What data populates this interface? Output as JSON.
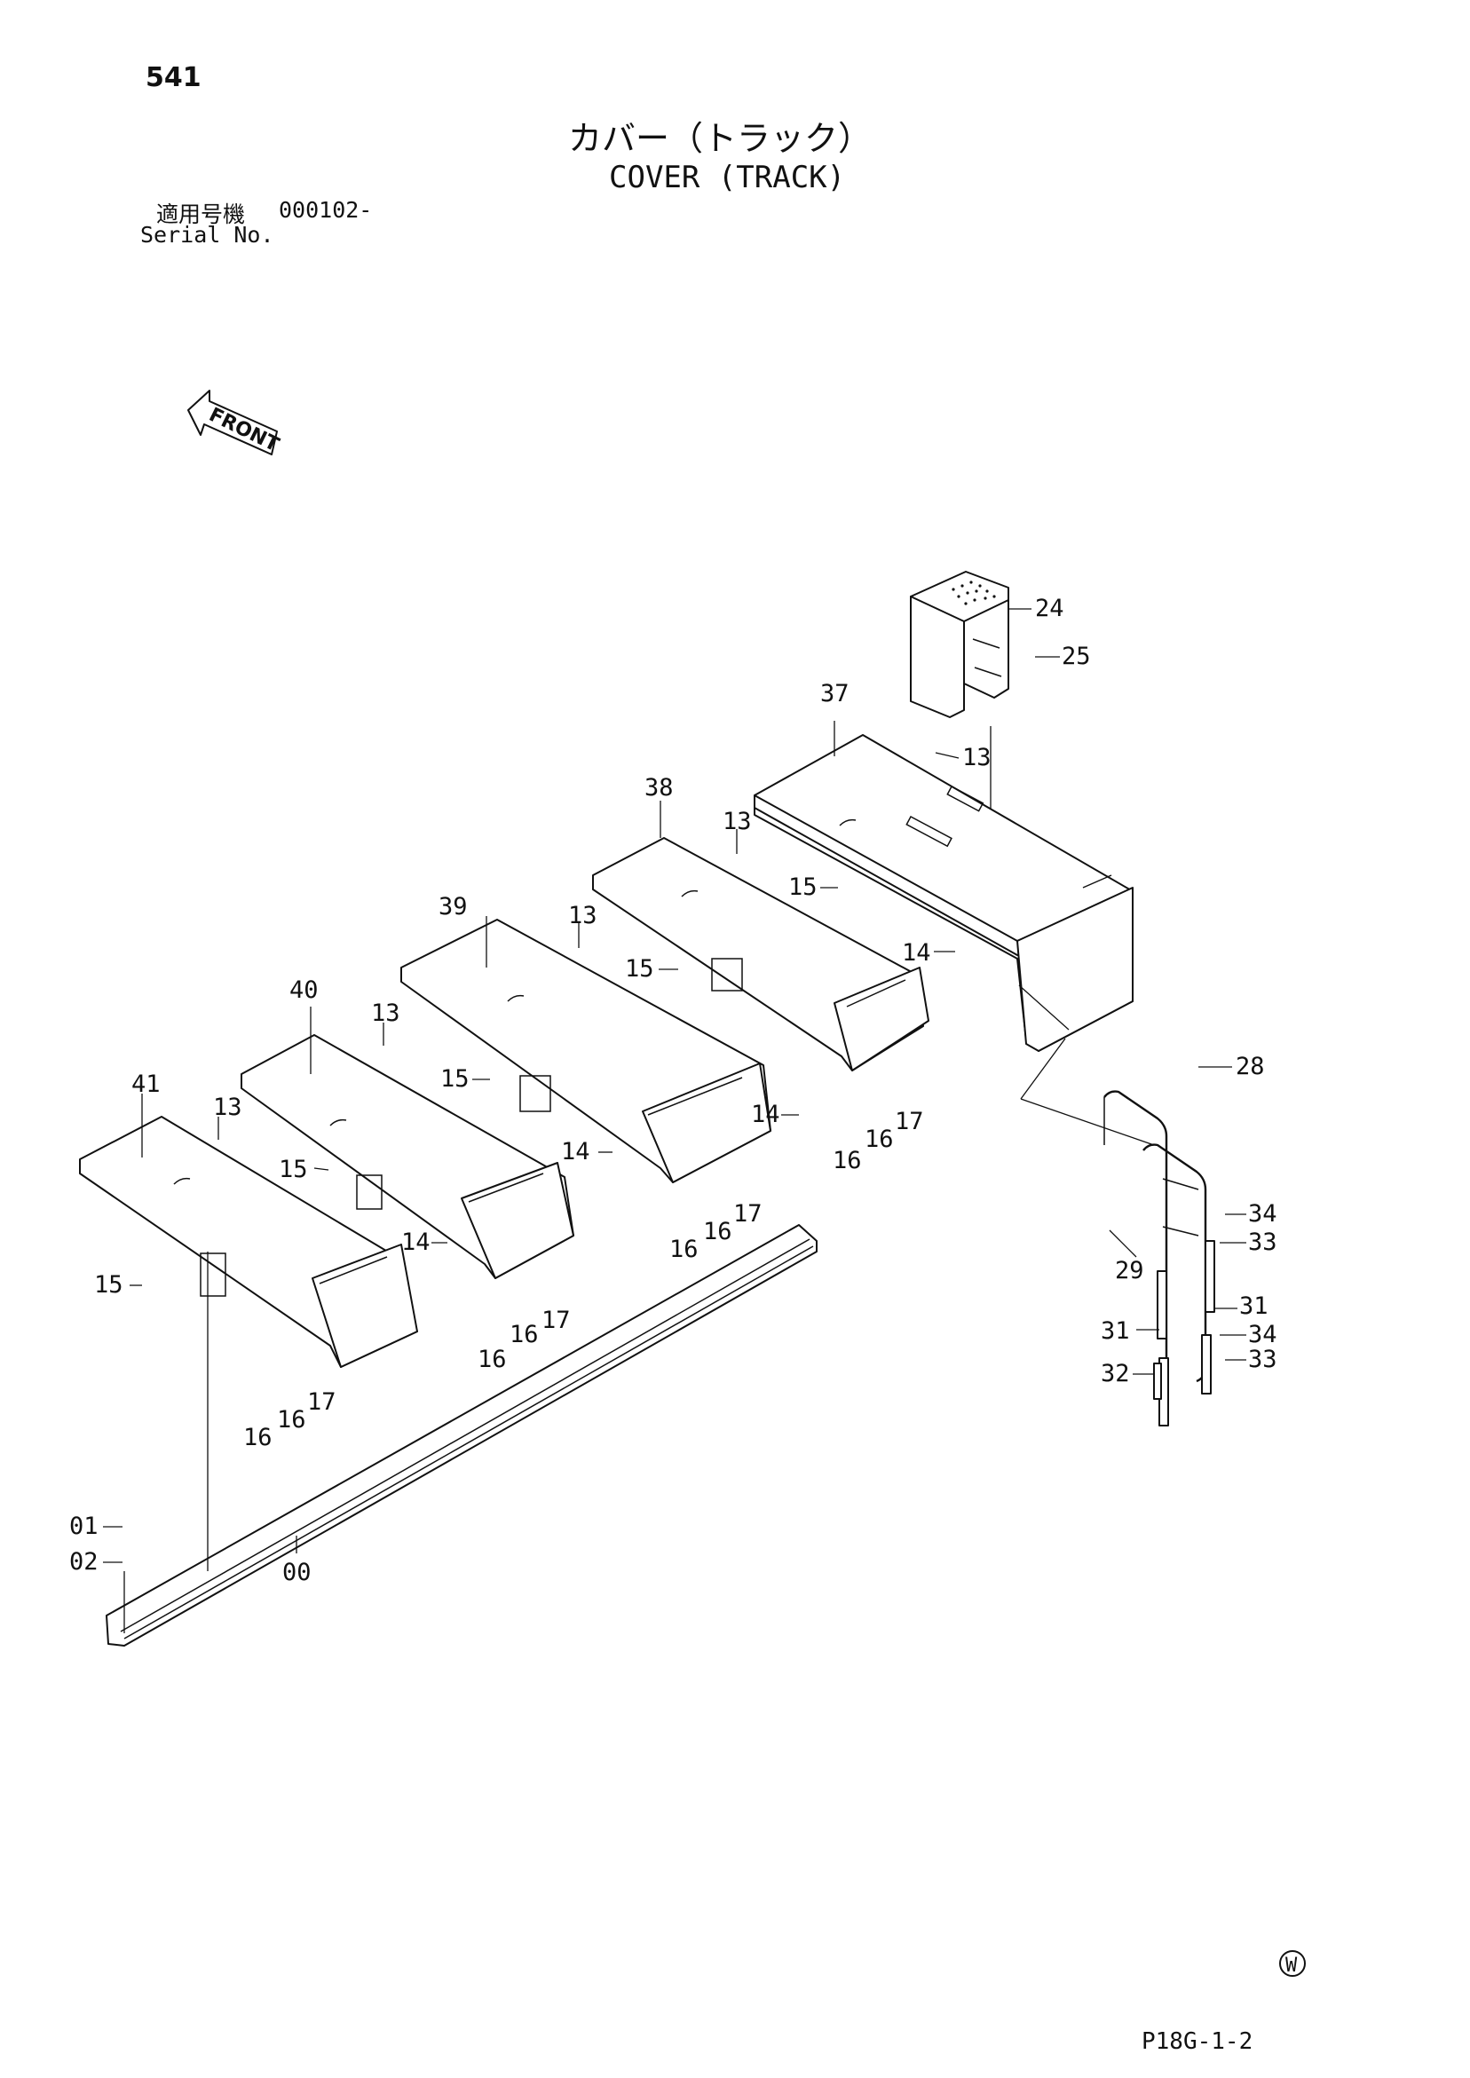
{
  "header": {
    "page_number": "541",
    "title_jp": "カバー（トラック）",
    "title_en": "COVER (TRACK)",
    "serial_label_jp": "適用号機",
    "serial_value": "000102-",
    "serial_label_en": "Serial No."
  },
  "orientation": {
    "label": "FRONT",
    "icon": "front-arrow-icon"
  },
  "callouts": [
    "24",
    "25",
    "37",
    "13",
    "38",
    "13",
    "15",
    "14",
    "39",
    "13",
    "15",
    "14",
    "40",
    "13",
    "15",
    "14",
    "41",
    "13",
    "15",
    "14",
    "15",
    "16",
    "16",
    "17",
    "16",
    "16",
    "17",
    "16",
    "16",
    "17",
    "16",
    "16",
    "17",
    "28",
    "29",
    "34",
    "33",
    "31",
    "31",
    "34",
    "32",
    "33",
    "01",
    "02",
    "00"
  ],
  "footer": {
    "page_code": "P18G-1-2",
    "mark_icon": "circled-w-icon",
    "mark_text": "W"
  }
}
